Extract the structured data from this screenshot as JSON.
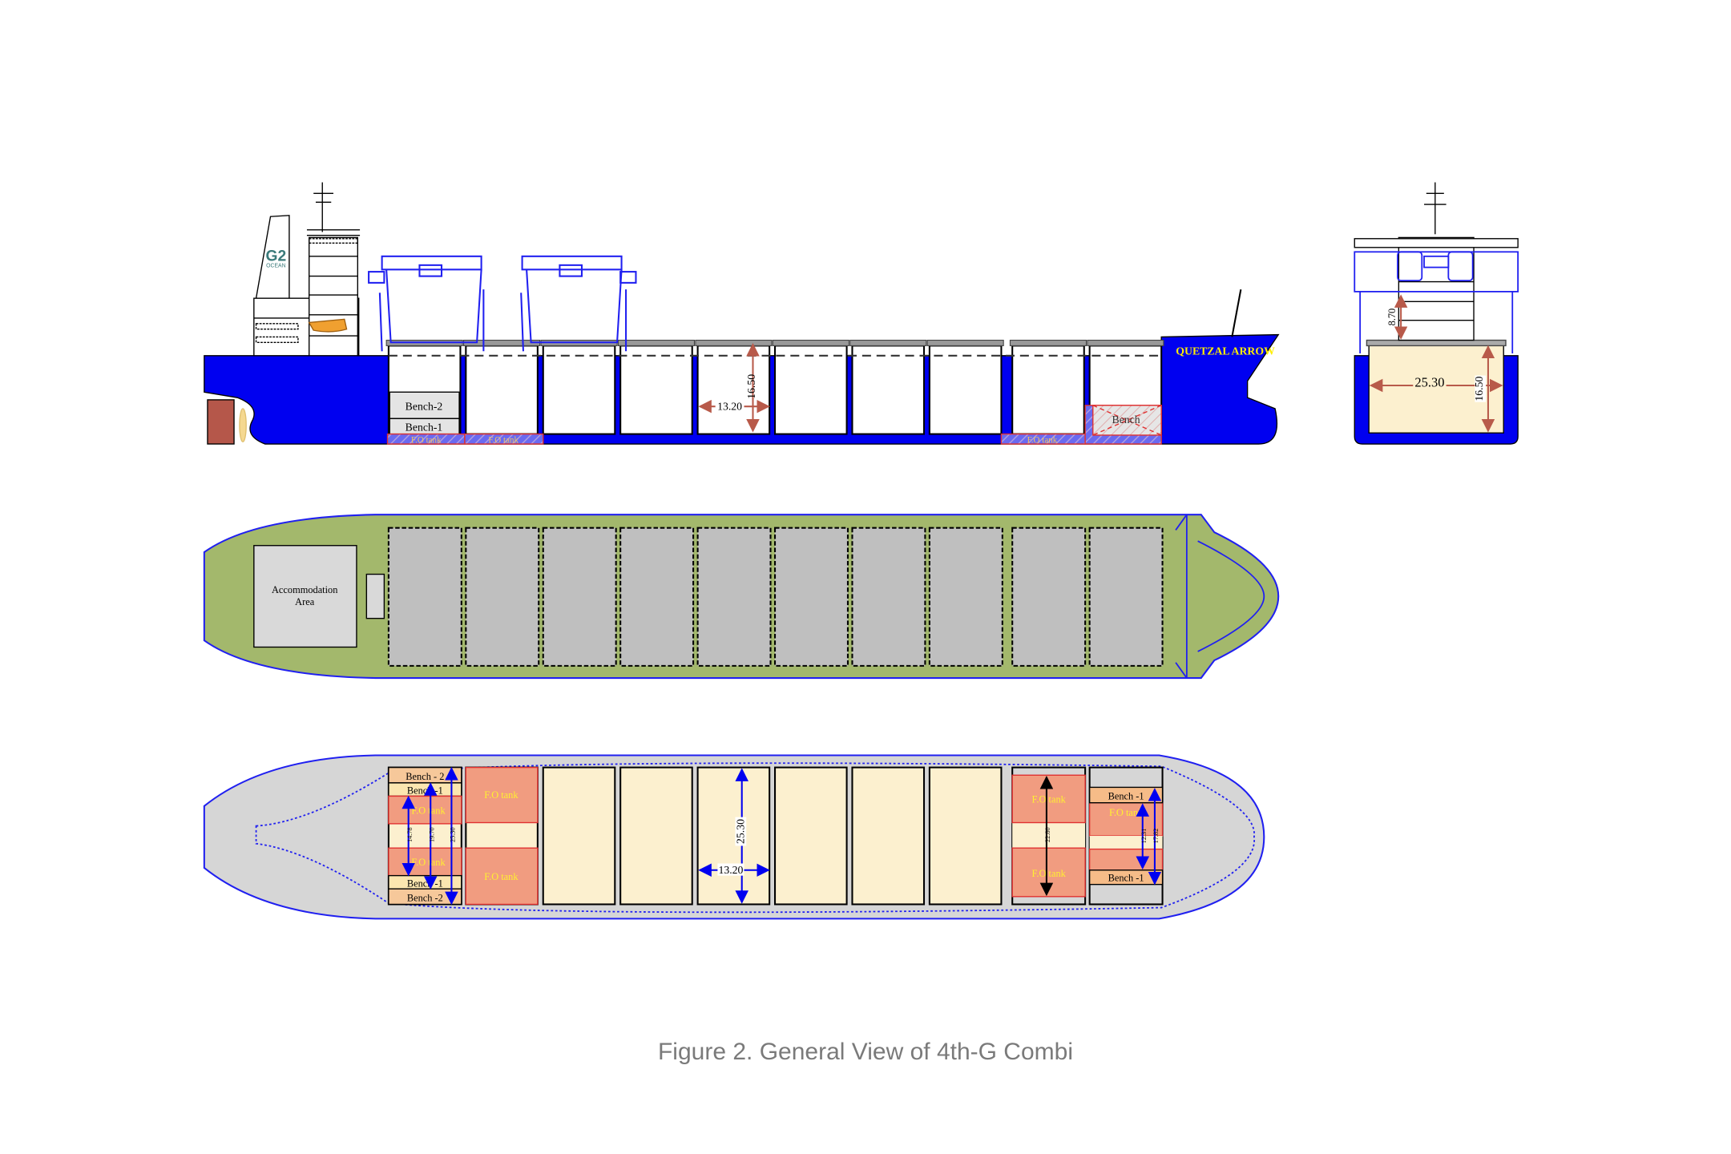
{
  "caption": "Figure 2. General View of 4th-G Combi",
  "colors": {
    "hull_blue": "#0000f0",
    "deck_green": "#a3b86c",
    "hold_gray": "#bfbfbf",
    "cream": "#fcf0cf",
    "fo_tank": "#f19c80",
    "bench": "#f6bc88",
    "dim_red": "#b85a4a",
    "plan_gray": "#d6d6d6"
  },
  "profile": {
    "ship_name": "QUETZAL ARROW",
    "logo_g2": "G2",
    "logo_ocean": "OCEAN",
    "bench2": "Bench-2",
    "bench1": "Bench-1",
    "fo_tank": "F.O tank",
    "bench_fwd": "Bench",
    "dim_height": "16.50",
    "dim_width": "13.20"
  },
  "section": {
    "dim_air": "8.70",
    "dim_width": "25.30",
    "dim_height": "16.50"
  },
  "deck_plan": {
    "accommodation": "Accommodation",
    "accommodation2": "Area"
  },
  "tank_plan": {
    "bench_2a": "Bench - 2",
    "bench_1a": "Bench -1",
    "bench_1b": "Bench -1",
    "bench_2b": "Bench -2",
    "fo_tank": "F.O tank",
    "dim_a": "14.78",
    "dim_b": "19.70",
    "dim_c": "25.30",
    "dim_hold_len": "25.30",
    "dim_hold_w": "13.20",
    "dim_fwd1": "22.80",
    "dim_fwd2": "12.31",
    "dim_fwd3": "17.82",
    "bench_fwd_1": "Bench -1",
    "bench_fwd_2": "Bench -1"
  }
}
